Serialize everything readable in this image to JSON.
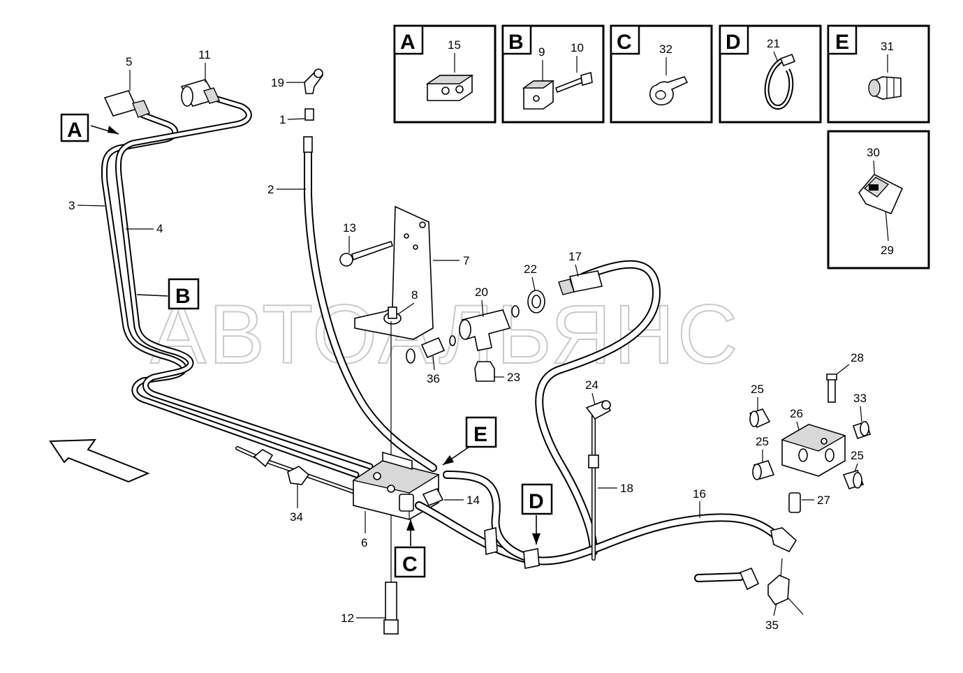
{
  "watermark": "АВТОАЛЬЯНС",
  "detail_boxes": [
    {
      "letter": "A",
      "parts": [
        "15"
      ]
    },
    {
      "letter": "B",
      "parts": [
        "9",
        "10"
      ]
    },
    {
      "letter": "C",
      "parts": [
        "32"
      ]
    },
    {
      "letter": "D",
      "parts": [
        "21"
      ]
    },
    {
      "letter": "E",
      "parts": [
        "31"
      ]
    },
    {
      "letter": "",
      "parts": [
        "30",
        "29"
      ]
    }
  ],
  "view_tags": [
    "A",
    "B",
    "C",
    "D",
    "E"
  ],
  "callouts": [
    "1",
    "2",
    "3",
    "4",
    "5",
    "6",
    "7",
    "8",
    "11",
    "12",
    "13",
    "14",
    "16",
    "17",
    "18",
    "19",
    "20",
    "22",
    "23",
    "24",
    "25",
    "25",
    "25",
    "26",
    "27",
    "28",
    "33",
    "34",
    "35",
    "36"
  ]
}
